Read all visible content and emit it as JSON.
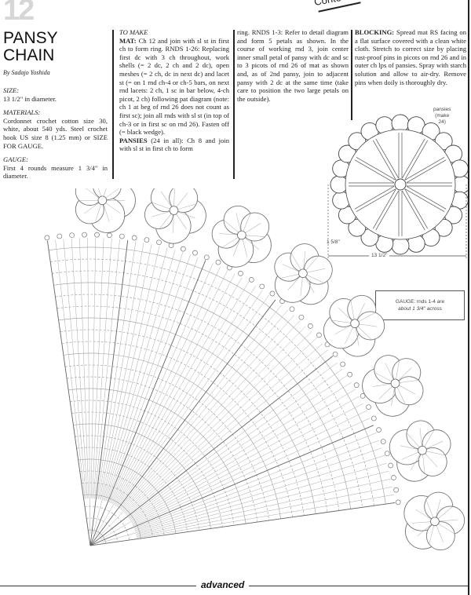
{
  "header": {
    "pattern_number": "12",
    "corner_tab": "Conte",
    "title_line1": "PANSY",
    "title_line2": "CHAIN",
    "byline": "By Sadajo Yoshida"
  },
  "col1": {
    "size_label": "SIZE:",
    "size_text": "13 1/2\" in diameter.",
    "materials_label": "MATERIALS:",
    "materials_text": "Cordonnet crochet cotton size 30, white, about 540 yds. Steel crochet hook US size 8 (1.25 mm) or SIZE FOR GAUGE.",
    "gauge_label": "GAUGE:",
    "gauge_text": "First 4 rounds measure 1 3/4\" in diameter."
  },
  "col2": {
    "to_make_label": "TO MAKE",
    "mat_label": "MAT:",
    "mat_text": "Ch 12 and join with sl st in first ch to form ring. RNDS 1-26: Replacing first dc with 3 ch throughout, work shells (= 2 dc, 2 ch and 2 dc), open meshes (= 2 ch, dc in next dc) and lacet st (= on 1 rnd ch-4 or ch-5 bars, on next rnd lacets: 2 ch, 1 sc in bar below, 4-ch picot, 2 ch) following pat diagram (note: ch 1 at beg of rnd 26 does not count as first sc); join all rnds with sl st (in top of ch-3 or in first sc on rnd 26). Fasten off (= black wedge).",
    "pansies_label": "PANSIES",
    "pansies_text": "(24 in all): Ch 8 and join with sl st in first ch to form"
  },
  "col3": {
    "text": "ring. RNDS 1-3: Refer to detail diagram and form 5 petals as shown. In the course of working rnd 3, join center inner small petal of pansy with dc and sc to 3 picots of rnd 26 of mat as shown and, as of 2nd pansy, join to adjacent pansy with 2 dc at the same time (take care to position the two large petals on the outside)."
  },
  "col4": {
    "blocking_label": "BLOCKING:",
    "blocking_text": "Spread mat RS facing on a flat surface covered with a clean white cloth. Stretch to correct size by placing rust-proof pins in picots on rnd 26 and in outer ch lps of pansies. Spray with starch solution and allow to air-dry. Remove pins when doily is thoroughly dry."
  },
  "schematic": {
    "pansies_note_line1": "pansies",
    "pansies_note_line2": "(make",
    "pansies_note_line3": "24)",
    "pansy_width": "1 5/8\"",
    "diameter": "13 1/2\""
  },
  "gauge_box": {
    "line1": "GAUGE: rnds 1-4 are",
    "line2": "about 1 3/4\" across"
  },
  "footer": {
    "skill_level": "advanced"
  }
}
